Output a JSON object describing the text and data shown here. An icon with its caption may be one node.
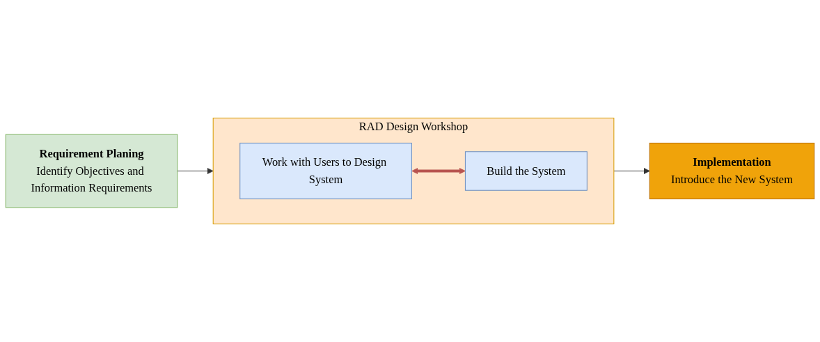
{
  "diagram": {
    "nodes": [
      {
        "text": [
          "Requirement Planing",
          "Identify Objectives and Information Requirements"
        ]
      },
      {
        "text": [
          "RAD Design Workshop"
        ]
      },
      {
        "text": [
          "Work with Users to Design System"
        ],
        "in": 1
      },
      {
        "text": [
          "Build the System"
        ],
        "in": 1
      },
      {
        "text": [
          "Implementation",
          "Introduce the New System"
        ]
      }
    ],
    "edges": [
      {
        "from": 0,
        "to": 1,
        "arrow": "to"
      },
      {
        "from": 2,
        "to": 3,
        "arrow": "both",
        "style": "thick",
        "color": "#b85450"
      },
      {
        "from": 1,
        "to": 4,
        "arrow": "to"
      }
    ]
  }
}
